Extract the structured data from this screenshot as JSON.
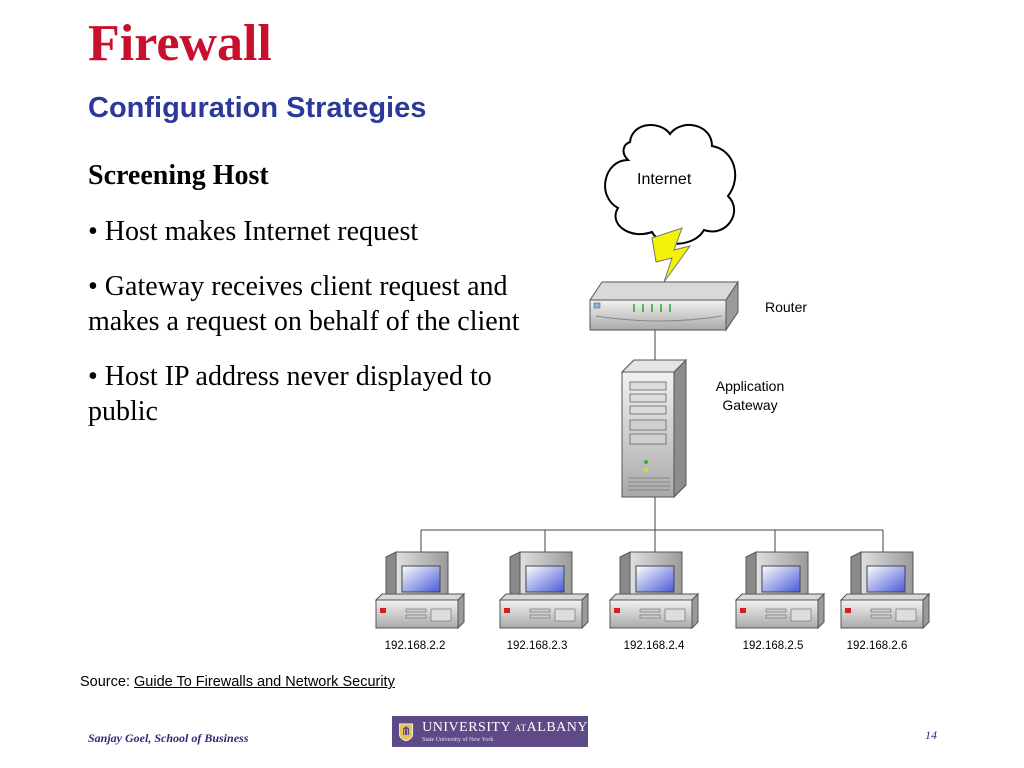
{
  "slide": {
    "title": "Firewall",
    "subtitle": "Configuration Strategies",
    "heading": "Screening Host",
    "bullets": [
      "• Host makes Internet request",
      "• Gateway receives client request and makes a request on behalf of the client",
      "• Host IP address never displayed to public"
    ]
  },
  "diagram": {
    "internet_label": "Internet",
    "router_label": "Router",
    "gateway_label_line1": "Application",
    "gateway_label_line2": "Gateway",
    "hosts": [
      {
        "ip": "192.168.2.2"
      },
      {
        "ip": "192.168.2.3"
      },
      {
        "ip": "192.168.2.4"
      },
      {
        "ip": "192.168.2.5"
      },
      {
        "ip": "192.168.2.6"
      }
    ]
  },
  "source": {
    "prefix": "Source: ",
    "link_text": "Guide To Firewalls and Network Security"
  },
  "footer": {
    "author": "Sanjay Goel, School of Business",
    "page_number": "14",
    "logo_name_a": "UNIVERSITY",
    "logo_name_at": "AT",
    "logo_name_b": "ALBANY",
    "logo_sub": "State University of New York"
  },
  "colors": {
    "title": "#c8102e",
    "subtitle": "#2b3a9a",
    "footer_text": "#2b2b7a",
    "logo_bg": "#5d4a86",
    "lightning": "#f5f20a"
  }
}
